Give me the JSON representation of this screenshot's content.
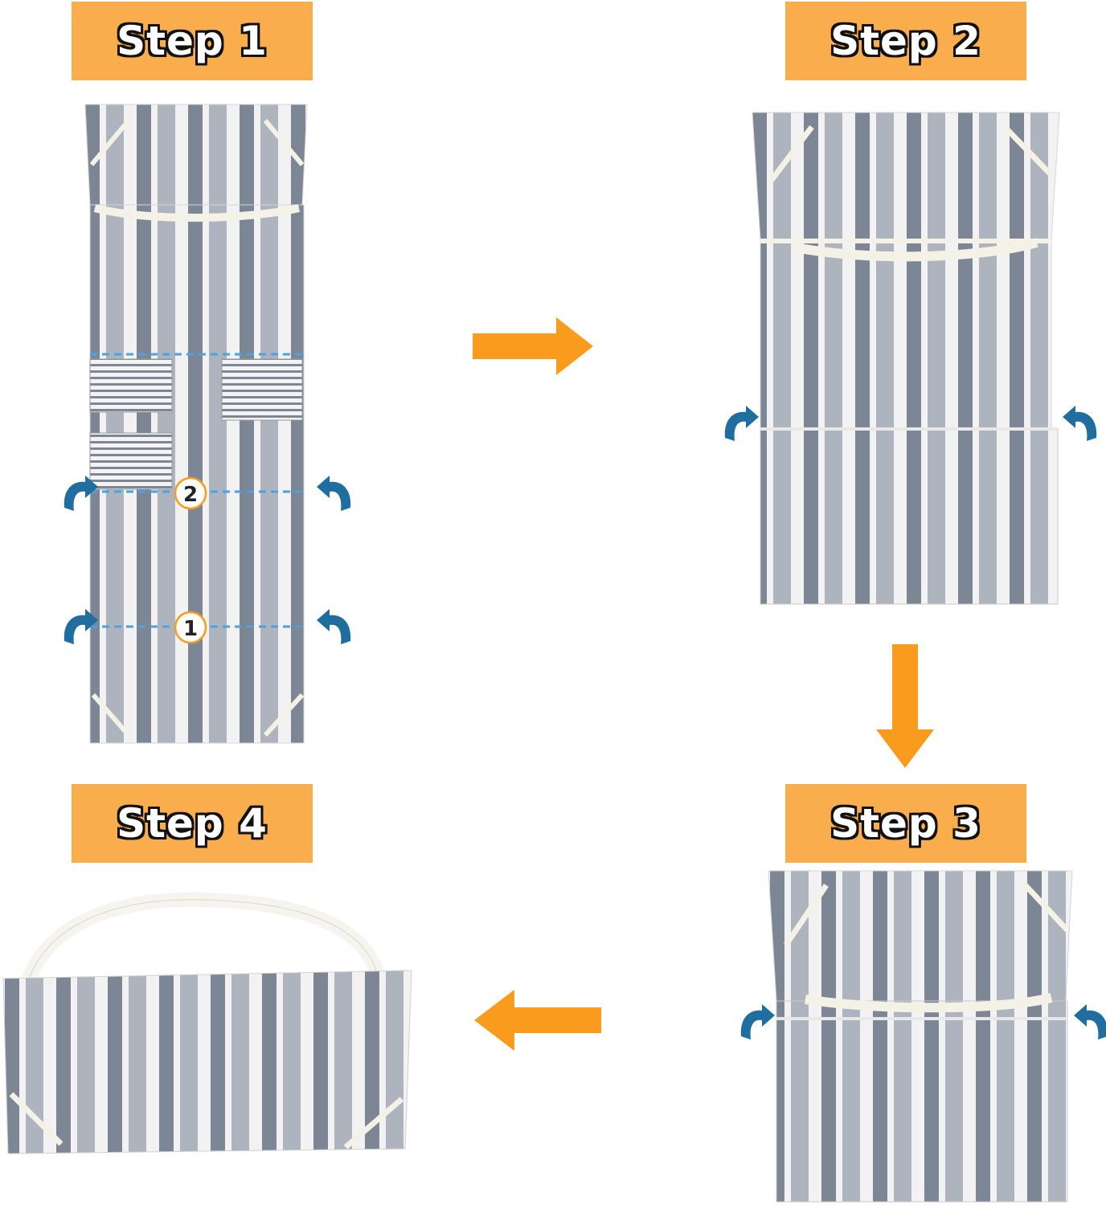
{
  "steps": [
    {
      "id": "step1",
      "label": "Step 1"
    },
    {
      "id": "step2",
      "label": "Step 2"
    },
    {
      "id": "step3",
      "label": "Step 3"
    },
    {
      "id": "step4",
      "label": "Step 4"
    }
  ],
  "fold_markers": {
    "first": "1",
    "second": "2"
  },
  "colors": {
    "label_bg": "#f9ad4d",
    "label_text": "#ffffff",
    "label_outline": "#111111",
    "flow_arrow": "#f99b1c",
    "fold_arrow": "#1f6e9f",
    "dashed_line": "#4aa3df",
    "stripe_dark": "#7c8694",
    "stripe_mid": "#aeb4bd",
    "stripe_light": "#f2f2f2",
    "strap": "#f4f1e6"
  },
  "icons": {
    "flow_arrow": "arrow-right / arrow-down / arrow-left",
    "fold_arrow": "curved-fold-arrow-icon"
  }
}
